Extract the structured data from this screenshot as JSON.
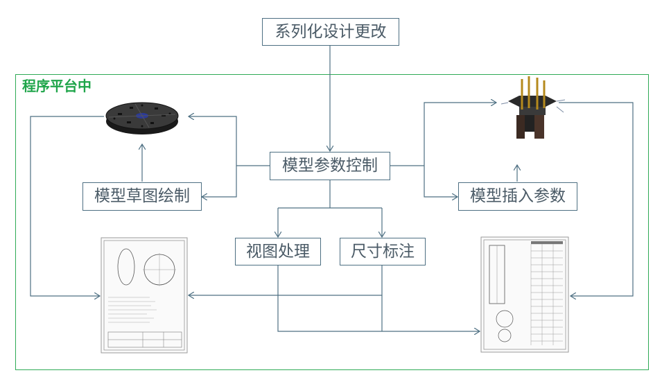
{
  "diagram": {
    "top_node": "系列化设计更改",
    "region_label": "程序平台中",
    "center_node": "模型参数控制",
    "left_node": "模型草图绘制",
    "right_node": "模型插入参数",
    "view_node": "视图处理",
    "dim_node": "尺寸标注",
    "images": {
      "top_left": "disk-plate-3d-model",
      "top_right": "assembly-fixture-3d-model",
      "bottom_left": "plate-engineering-drawing",
      "bottom_right": "assembly-engineering-drawing"
    },
    "colors": {
      "region_border": "#2eaa55",
      "region_label": "#1fa54a",
      "box_border": "#4d6f82",
      "connector": "#4d6f82",
      "text": "#4a5a66"
    }
  }
}
